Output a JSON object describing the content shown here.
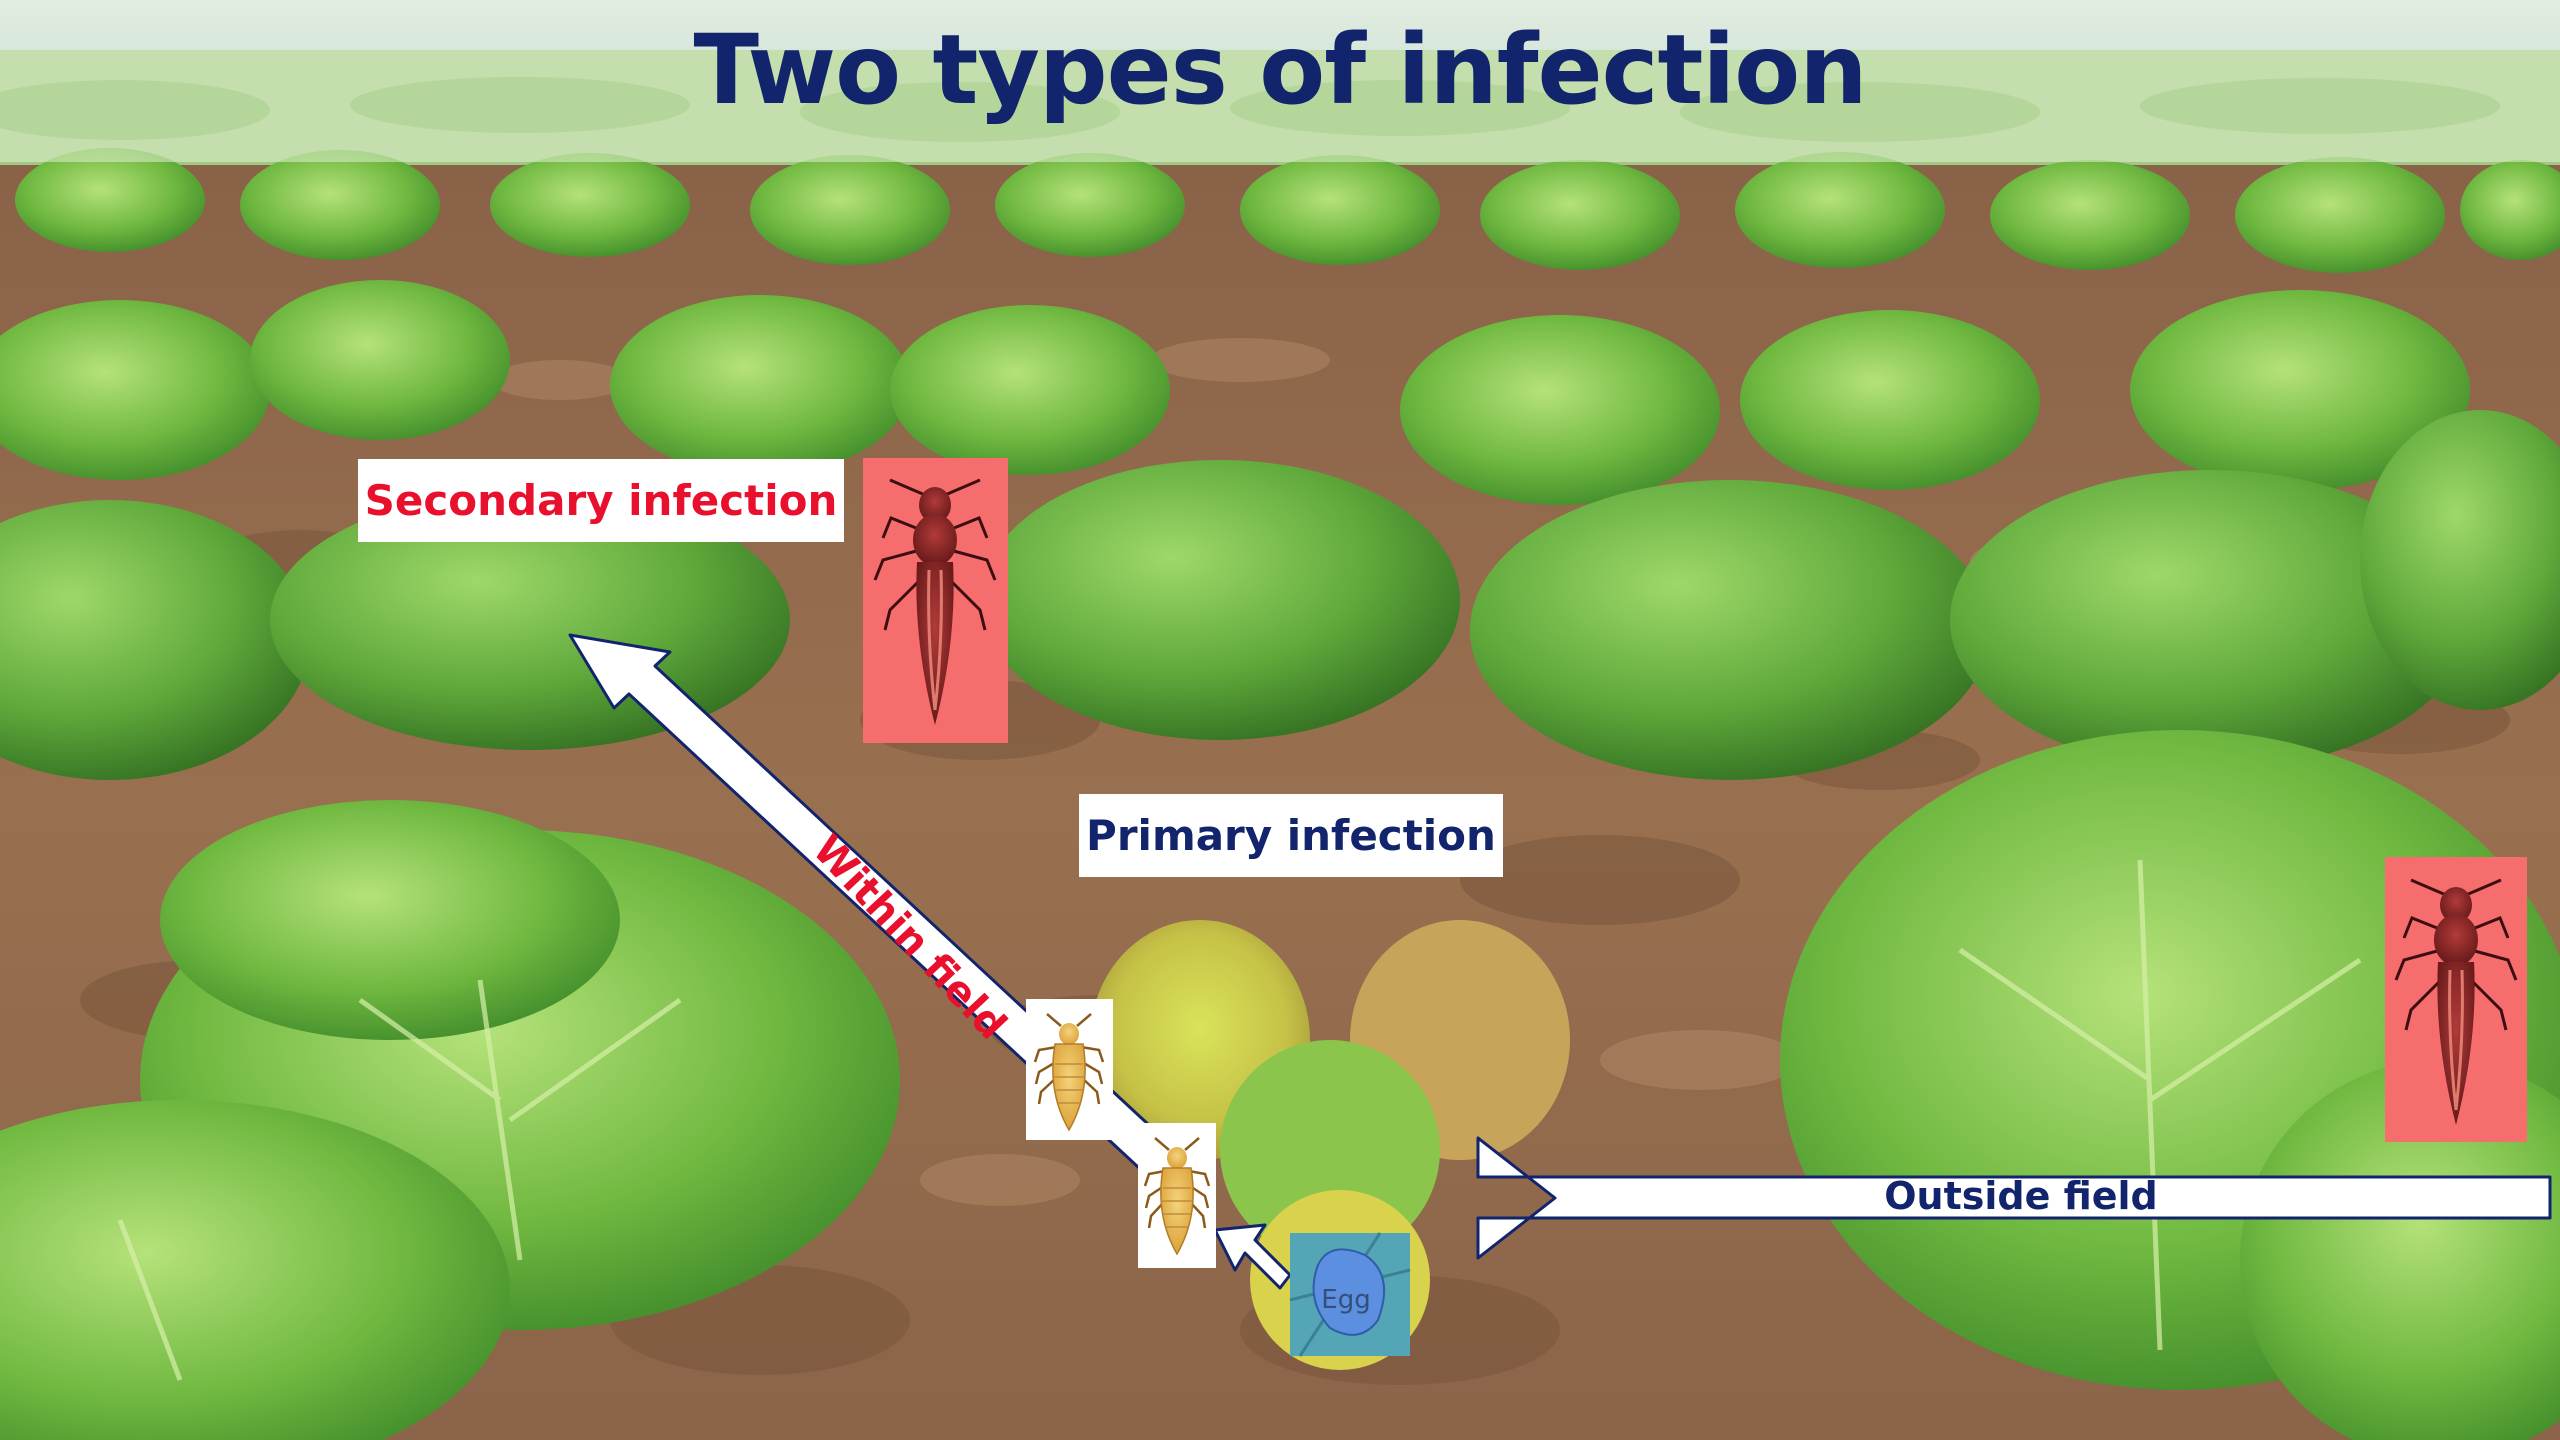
{
  "slide": {
    "title": "Two types of infection",
    "labels": {
      "secondary": "Secondary infection",
      "primary": "Primary infection",
      "within": "Within field",
      "outside": "Outside field",
      "egg": "Egg"
    },
    "colors": {
      "title": "#12246b",
      "secondary_label": "#e8102c",
      "within_label": "#e8102c",
      "arrow_outline": "#12246b",
      "adult_bg": "#f56d6d",
      "egg_bg": "#54a6b6"
    },
    "pictures": [
      "adult-thrips",
      "adult-thrips",
      "larva",
      "larva",
      "egg"
    ]
  }
}
